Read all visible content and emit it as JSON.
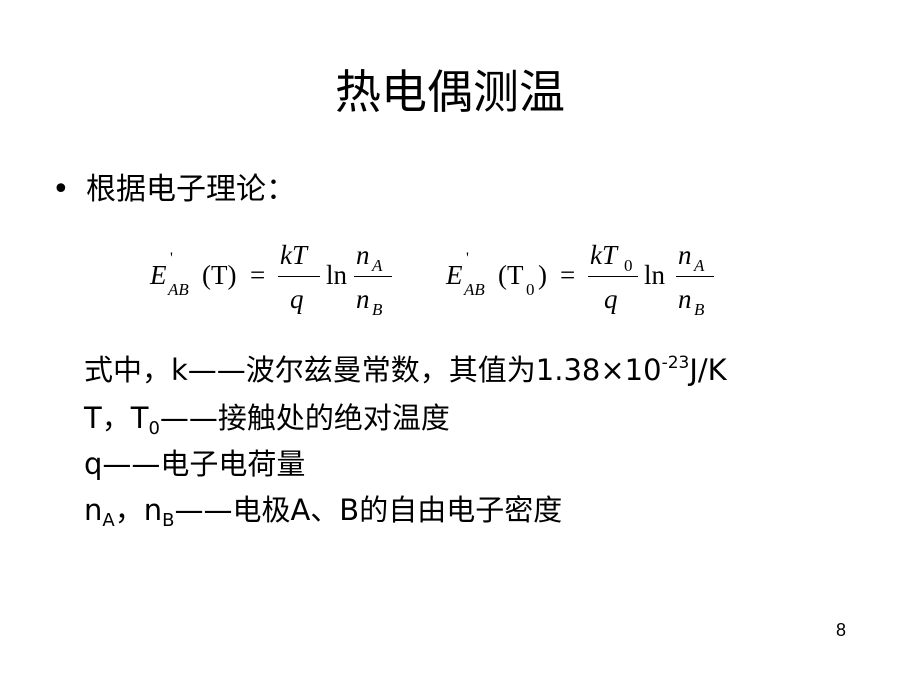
{
  "title": "热电偶测温",
  "bullet": {
    "symbol": "•",
    "text": "根据电子理论："
  },
  "formula1": {
    "lhs_E": "E",
    "lhs_prime": "'",
    "lhs_sub": "AB",
    "lhs_arg": "(T)",
    "eq": "=",
    "frac_num": "kT",
    "frac_den": "q",
    "ln": "ln",
    "n_num": "n",
    "n_num_sub": "A",
    "n_den": "n",
    "n_den_sub": "B"
  },
  "formula2": {
    "lhs_E": "E",
    "lhs_prime": "'",
    "lhs_sub": "AB",
    "lhs_arg_open": "(T",
    "lhs_arg_sub": "0",
    "lhs_arg_close": ")",
    "eq": "=",
    "frac_num": "kT",
    "frac_num_sub": "0",
    "frac_den": "q",
    "ln": "ln",
    "n_num": "n",
    "n_num_sub": "A",
    "n_den": "n",
    "n_den_sub": "B"
  },
  "lines": {
    "l1_pre": "式中，k——波尔兹曼常数，其值为1.38×10",
    "l1_sup": "-23",
    "l1_post": "J/K",
    "l2_a": "T，T",
    "l2_sub": "0",
    "l2_b": "——接触处的绝对温度",
    "l3": "q——电子电荷量",
    "l4_a": "n",
    "l4_sub1": "A",
    "l4_b": "，n",
    "l4_sub2": "B",
    "l4_c": "——电极A、B的自由电子密度"
  },
  "page_number": "8"
}
